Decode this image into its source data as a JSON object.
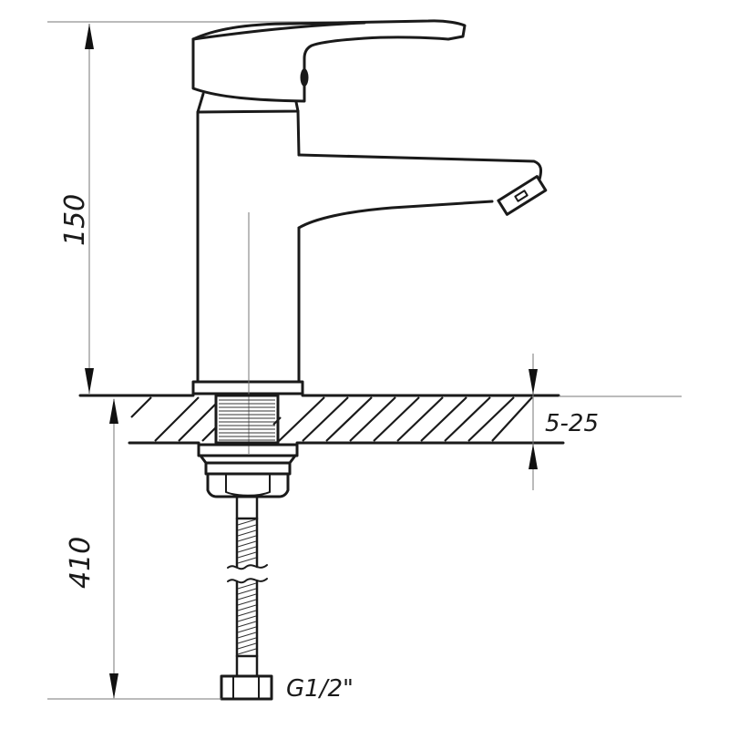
{
  "drawing": {
    "subject": "Single-lever basin mixer faucet — dimensional drawing",
    "dimensions": {
      "height": {
        "value": "150",
        "orientation": "vertical"
      },
      "countertop_thickness": {
        "value": "5-25",
        "orientation": "horizontal"
      },
      "hose_length": {
        "value": "410",
        "orientation": "vertical"
      }
    },
    "connection_thread": "G1/2\"",
    "colors": {
      "line": "#1a1a1a",
      "dimension_line": "#777777",
      "background": "#ffffff"
    }
  }
}
